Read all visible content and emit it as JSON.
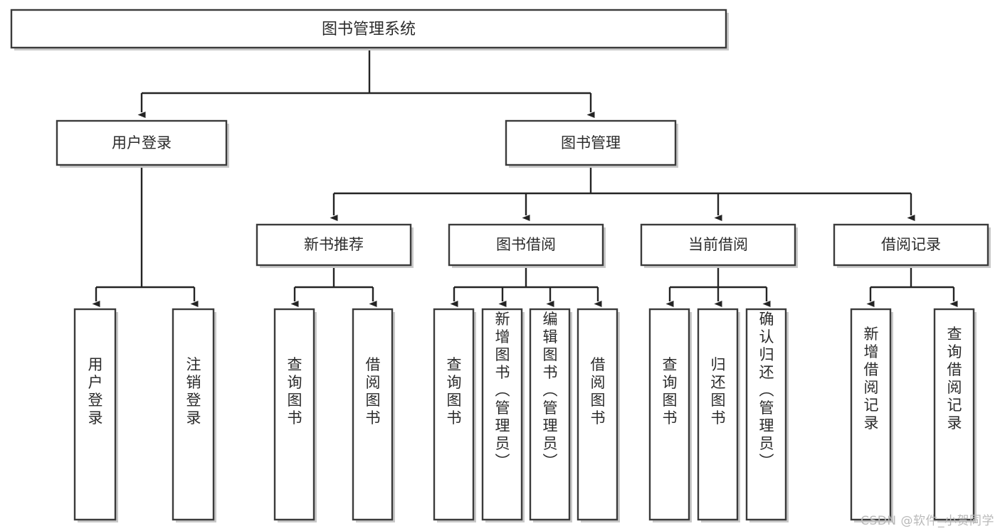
{
  "diagram": {
    "type": "tree-hierarchy-chart",
    "title_node": {
      "label": "图书管理系统"
    },
    "level2": [
      {
        "id": "user-login",
        "label": "用户登录"
      },
      {
        "id": "book-management",
        "label": "图书管理"
      }
    ],
    "level3": [
      {
        "id": "new-book-recommend",
        "label": "新书推荐",
        "parent": "book-management"
      },
      {
        "id": "book-borrow",
        "label": "图书借阅",
        "parent": "book-management"
      },
      {
        "id": "current-borrow",
        "label": "当前借阅",
        "parent": "book-management"
      },
      {
        "id": "borrow-record",
        "label": "借阅记录",
        "parent": "book-management"
      }
    ],
    "leaves": [
      {
        "id": "leaf-user-login",
        "label": "用户登录",
        "parent": "user-login"
      },
      {
        "id": "leaf-logout-login",
        "label": "注销登录",
        "parent": "user-login"
      },
      {
        "id": "leaf-query-book-1",
        "label": "查询图书",
        "parent": "new-book-recommend"
      },
      {
        "id": "leaf-borrow-book-1",
        "label": "借阅图书",
        "parent": "new-book-recommend"
      },
      {
        "id": "leaf-query-book-2",
        "label": "查询图书",
        "parent": "book-borrow"
      },
      {
        "id": "leaf-add-book",
        "label": "新增图书（管理员）",
        "parent": "book-borrow"
      },
      {
        "id": "leaf-edit-book",
        "label": "编辑图书（管理员）",
        "parent": "book-borrow"
      },
      {
        "id": "leaf-borrow-book-2",
        "label": "借阅图书",
        "parent": "book-borrow"
      },
      {
        "id": "leaf-query-book-3",
        "label": "查询图书",
        "parent": "current-borrow"
      },
      {
        "id": "leaf-return-book",
        "label": "归还图书",
        "parent": "current-borrow"
      },
      {
        "id": "leaf-confirm-return",
        "label": "确认归还（管理员）",
        "parent": "current-borrow"
      },
      {
        "id": "leaf-add-record",
        "label": "新增借阅记录",
        "parent": "borrow-record"
      },
      {
        "id": "leaf-query-record",
        "label": "查询借阅记录",
        "parent": "borrow-record"
      }
    ],
    "colors": {
      "box_fill": "#ffffff",
      "box_stroke": "#3b3b3b",
      "edge_stroke": "#242424",
      "shadow": "#c9c9c9",
      "text": "#2b2b2b",
      "watermark": "#b9b9b9"
    }
  },
  "watermark": {
    "text": "CSDN @软件_小贺同学"
  }
}
